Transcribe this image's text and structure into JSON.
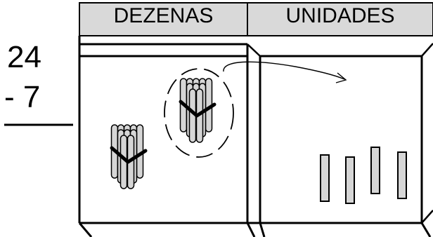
{
  "headers": {
    "tens": "DEZENAS",
    "units": "UNIDADES"
  },
  "problem": {
    "minuend": "24",
    "subtrahend": "- 7"
  },
  "colors": {
    "header_fill": "#d9d9d9",
    "stick_fill": "#d6d6d6",
    "ink": "#000000"
  },
  "tens_bundles": {
    "count": 2,
    "regrouped": 1
  },
  "unit_sticks": {
    "count": 4
  },
  "icons": [
    "bundle-of-ten-sticks-icon",
    "single-stick-icon",
    "curved-arrow-icon",
    "dashed-ellipse-icon"
  ]
}
